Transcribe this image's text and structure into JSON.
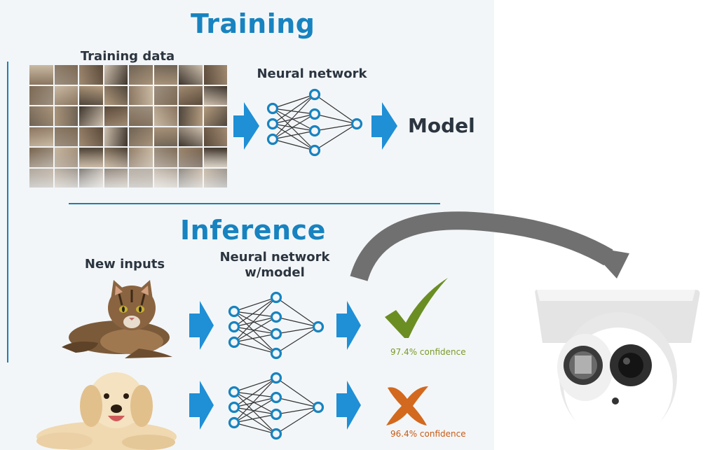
{
  "training": {
    "title": "Training",
    "data_label": "Training data",
    "network_label": "Neural network",
    "output_label": "Model"
  },
  "inference": {
    "title": "Inference",
    "inputs_label": "New inputs",
    "network_label_line1": "Neural network",
    "network_label_line2": "w/model",
    "results": [
      {
        "input": "cat",
        "verdict": "correct",
        "confidence_text": "97.4% confidence"
      },
      {
        "input": "dog",
        "verdict": "incorrect",
        "confidence_text": "96.4% confidence"
      }
    ]
  },
  "colors": {
    "accent": "#1783c0",
    "arrow": "#1f8fd6",
    "check": "#6b8e23",
    "cross": "#d2691e",
    "deploy_arrow": "#707070"
  },
  "icons": [
    "cat-photo",
    "dog-photo",
    "check-icon",
    "cross-icon",
    "dome-camera"
  ]
}
